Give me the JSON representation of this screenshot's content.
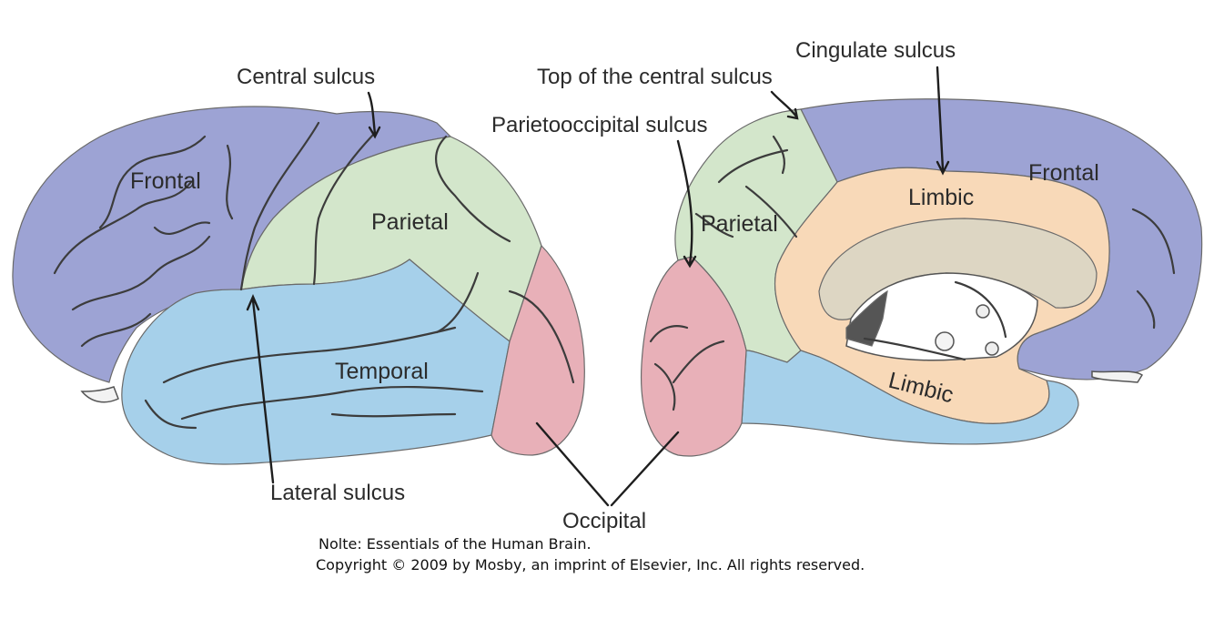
{
  "figure": {
    "colors": {
      "frontal": "#9da3d4",
      "parietal": "#d3e6cb",
      "temporal": "#a6d0ea",
      "occipital": "#e8b0b8",
      "limbic": "#f8d9b8",
      "callosum": "#ddd6c3",
      "ventricle": "#555555"
    },
    "lateral_view": {
      "region_labels": {
        "frontal": "Frontal",
        "parietal": "Parietal",
        "temporal": "Temporal"
      },
      "callouts": {
        "central_sulcus": "Central sulcus",
        "lateral_sulcus": "Lateral sulcus"
      }
    },
    "medial_view": {
      "region_labels": {
        "frontal": "Frontal",
        "parietal": "Parietal",
        "limbic_upper": "Limbic",
        "limbic_lower": "Limbic"
      },
      "callouts": {
        "cingulate_sulcus": "Cingulate sulcus",
        "top_central_sulcus": "Top of the central sulcus",
        "parietooccipital_sulcus": "Parietooccipital sulcus"
      }
    },
    "shared_callouts": {
      "occipital": "Occipital"
    }
  },
  "credit": {
    "line1": "Nolte: Essentials of the Human Brain.",
    "line2": "Copyright © 2009 by Mosby, an imprint of Elsevier, Inc. All rights reserved."
  }
}
